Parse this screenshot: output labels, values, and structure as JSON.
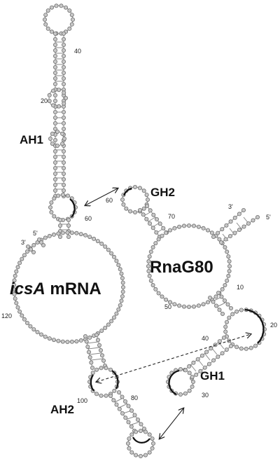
{
  "labels": {
    "ah1": "AH1",
    "ah2": "AH2",
    "gh1": "GH1",
    "gh2": "GH2",
    "rnag80": "RnaG80",
    "icsa_italic": "icsA",
    "icsa_rest": " mRNA"
  },
  "positions": {
    "p40": "40",
    "p20": "20",
    "p60a": "60",
    "p60b": "60",
    "p120": "120",
    "p100": "100",
    "p80": "80",
    "p70": "70",
    "p10": "10",
    "p50": "50",
    "p40b": "40",
    "p20b": "20",
    "p30": "30"
  },
  "ends": {
    "icsa_5": "5'",
    "icsa_3": "3'",
    "rnag_3": "3'",
    "rnag_5": "5'"
  }
}
